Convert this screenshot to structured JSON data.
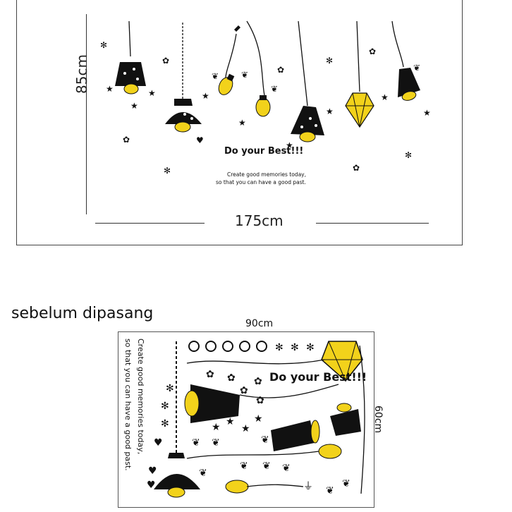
{
  "mockup": {
    "height_label": "85cm",
    "width_label": "175cm",
    "slogan_title": "Do your Best!!!",
    "slogan_line1": "Create good memories today,",
    "slogan_line2": "so that you can have a good past."
  },
  "sheet": {
    "caption": "sebelum dipasang",
    "width_label": "90cm",
    "height_label": "60cm",
    "side_text_line1": "Create good memories today,",
    "side_text_line2": "so that you can have a good past.",
    "slogan_title": "Do your Best!!!"
  },
  "colors": {
    "lamp_black": "#111111",
    "bulb_yellow": "#f2d21b",
    "line": "#333333"
  }
}
